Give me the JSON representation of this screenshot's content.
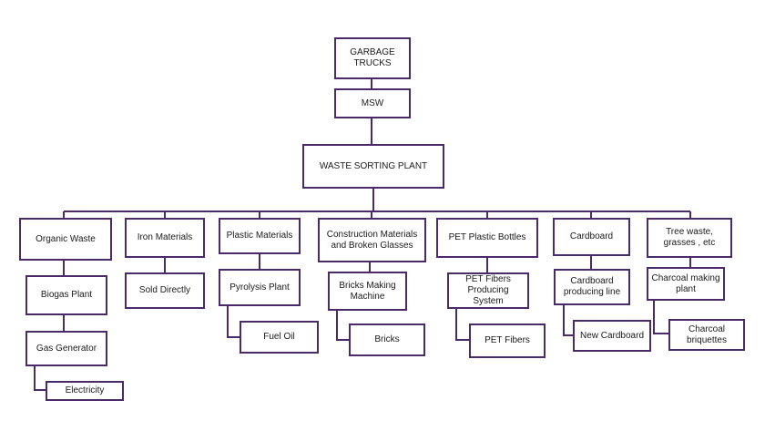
{
  "colors": {
    "line": "#4b2a68",
    "border": "#4b2a68",
    "text": "#1a1a1a"
  },
  "nodes": {
    "garbage_trucks": "GARBAGE TRUCKS",
    "msw": "MSW",
    "waste_sorting_plant": "WASTE SORTING PLANT",
    "organic_waste": "Organic Waste",
    "biogas_plant": "Biogas Plant",
    "gas_generator": "Gas Generator",
    "electricity": "Electricity",
    "iron_materials": "Iron Materials",
    "sold_directly": "Sold Directly",
    "plastic_materials": "Plastic Materials",
    "pyrolysis_plant": "Pyrolysis Plant",
    "fuel_oil": "Fuel Oil",
    "construction_materials": "Construction Materials and Broken Glasses",
    "bricks_making_machine": "Bricks Making Machine",
    "bricks": "Bricks",
    "pet_plastic_bottles": "PET Plastic Bottles",
    "pet_fibers_producing_system": "PET Fibers Producing System",
    "pet_fibers": "PET Fibers",
    "cardboard": "Cardboard",
    "cardboard_producing_line": "Cardboard producing line",
    "new_cardboard": "New Cardboard",
    "tree_waste": "Tree waste, grasses , etc",
    "charcoal_making_plant": "Charcoal making plant",
    "charcoal_briquettes": "Charcoal briquettes"
  }
}
